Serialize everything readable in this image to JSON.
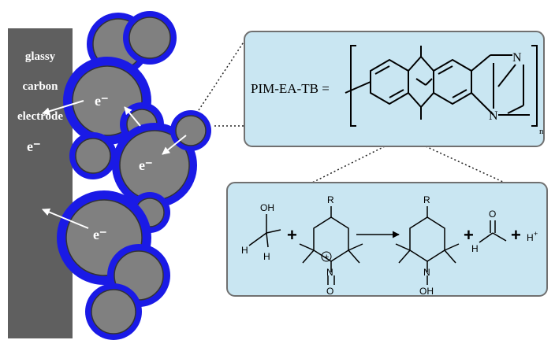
{
  "electrode": {
    "label_lines": [
      "glassy",
      "carbon",
      "electrode"
    ],
    "electron_label": "e⁻"
  },
  "particles": {
    "electron_label": "e⁻"
  },
  "polymer": {
    "name": "PIM-EA-TB =",
    "repeat_subscript": "n",
    "atoms": {
      "N_top": "N",
      "N_bottom": "N"
    }
  },
  "reaction": {
    "oh": "OH",
    "h1": "H",
    "h2": "H",
    "r1": "R",
    "r2": "R",
    "plus": "+",
    "n_plus": "N",
    "charge": "+",
    "o_minus": "O",
    "n_oh": "N",
    "oh_bottom": "OH",
    "aldehyde_o": "O",
    "aldehyde_h": "H",
    "proton": "H",
    "proton_charge": "+"
  },
  "colors": {
    "electrode": "#5f5f5f",
    "particle_core": "#808080",
    "polymer_shell": "#1a1ae6",
    "box_fill": "#c9e6f2",
    "box_border": "#707070"
  }
}
